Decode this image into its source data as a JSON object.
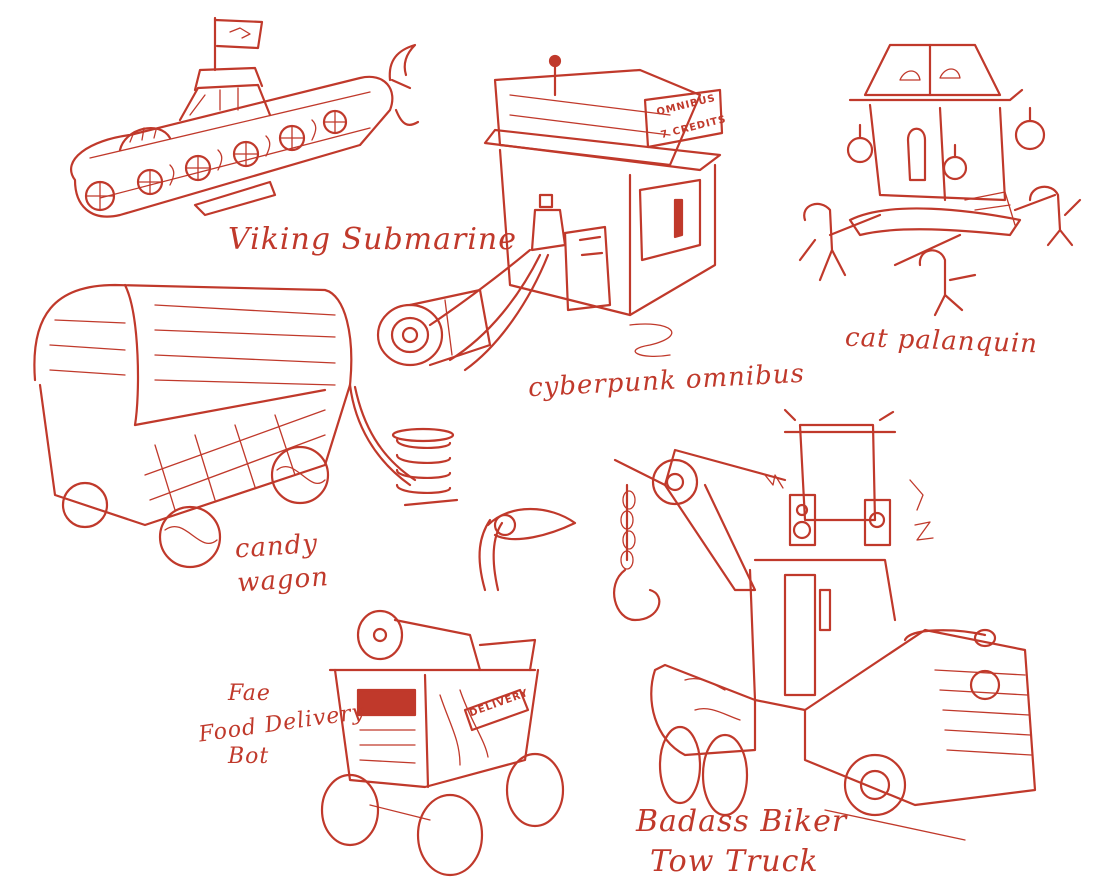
{
  "sheet": {
    "type": "concept sketch sheet",
    "background_color": "#ffffff",
    "ink_color": "#c0392b"
  },
  "sketches": [
    {
      "id": "viking-submarine",
      "label": "Viking Submarine",
      "details": [
        "flag with viking-ship emblem",
        "conning tower",
        "glass dome with vikings",
        "round portholes",
        "propeller tail"
      ]
    },
    {
      "id": "cyberpunk-omnibus",
      "label": "cyberpunk omnibus",
      "sign_lines": [
        "OMNIBUS",
        "7 CREDITS"
      ],
      "details": [
        "double-decker cabin",
        "robot driver",
        "cable to turbine engine"
      ]
    },
    {
      "id": "cat-palanquin",
      "label": "cat palanquin",
      "details": [
        "pagoda roof with paw prints",
        "hanging lanterns",
        "cat passenger",
        "three cat bearers with poles"
      ]
    },
    {
      "id": "candy-wagon",
      "label": "candy wagon",
      "details": [
        "cloud-trimmed canopy",
        "waffle-pattern body",
        "peppermint wheels",
        "spring hitch"
      ]
    },
    {
      "id": "fae-food-delivery-bot",
      "label_lines": [
        "Fae",
        "Food Delivery",
        "Bot"
      ],
      "sign": "DELIVERY",
      "details": [
        "leaf flag",
        "wooden crate body",
        "four wheels"
      ]
    },
    {
      "id": "badass-biker-tow-truck",
      "label_lines": [
        "Badass Biker",
        "Tow Truck"
      ],
      "details": [
        "crane with chain and hook",
        "biker with speakers on roof",
        "flame decals",
        "skull emblems"
      ]
    }
  ]
}
